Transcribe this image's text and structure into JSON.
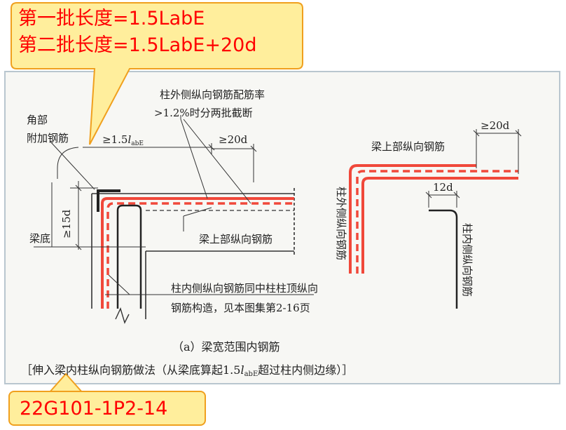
{
  "callout": {
    "line1": "第一批长度=1.5LabE",
    "line2": "第二批长度=1.5LabE+20d"
  },
  "code_badge": "22G101-1P2-14",
  "labels": {
    "corner_rebar_1": "角部",
    "corner_rebar_2": "附加钢筋",
    "ratio_note_1": "柱外侧纵向钢筋配筋率",
    "ratio_note_2": ">1.2%时分两批截断",
    "dim_15labe_prefix": "≥1.5",
    "dim_15labe_l": "l",
    "dim_15labe_sub": "abE",
    "dim_20d_left": "≥20d",
    "dim_15d": "≥15d",
    "beam_bottom": "梁底",
    "beam_top_rebar_left": "梁上部纵向钢筋",
    "inner_note_1": "柱内侧纵向钢筋同中柱柱顶纵向",
    "inner_note_2": "钢筋构造，见本图集第2-16页",
    "dim_20d_right": "≥20d",
    "beam_top_rebar_right": "梁上部纵向钢筋",
    "dim_12d": "12d",
    "col_outer_rebar": "柱外侧纵向钢筋",
    "col_inner_rebar": "柱内侧纵向钢筋",
    "caption": "（a）梁宽范围内钢筋",
    "subcaption_a": "［伸入梁内柱纵向钢筋做法（从梁底算起1.5",
    "subcaption_l": "l",
    "subcaption_sub": "abE",
    "subcaption_b": "超过柱内侧边缘）］"
  },
  "colors": {
    "rebar": "#f0483a",
    "callout_fill": "#ffee9c",
    "callout_border": "#f0a01e",
    "callout_text": "#ff0000"
  }
}
